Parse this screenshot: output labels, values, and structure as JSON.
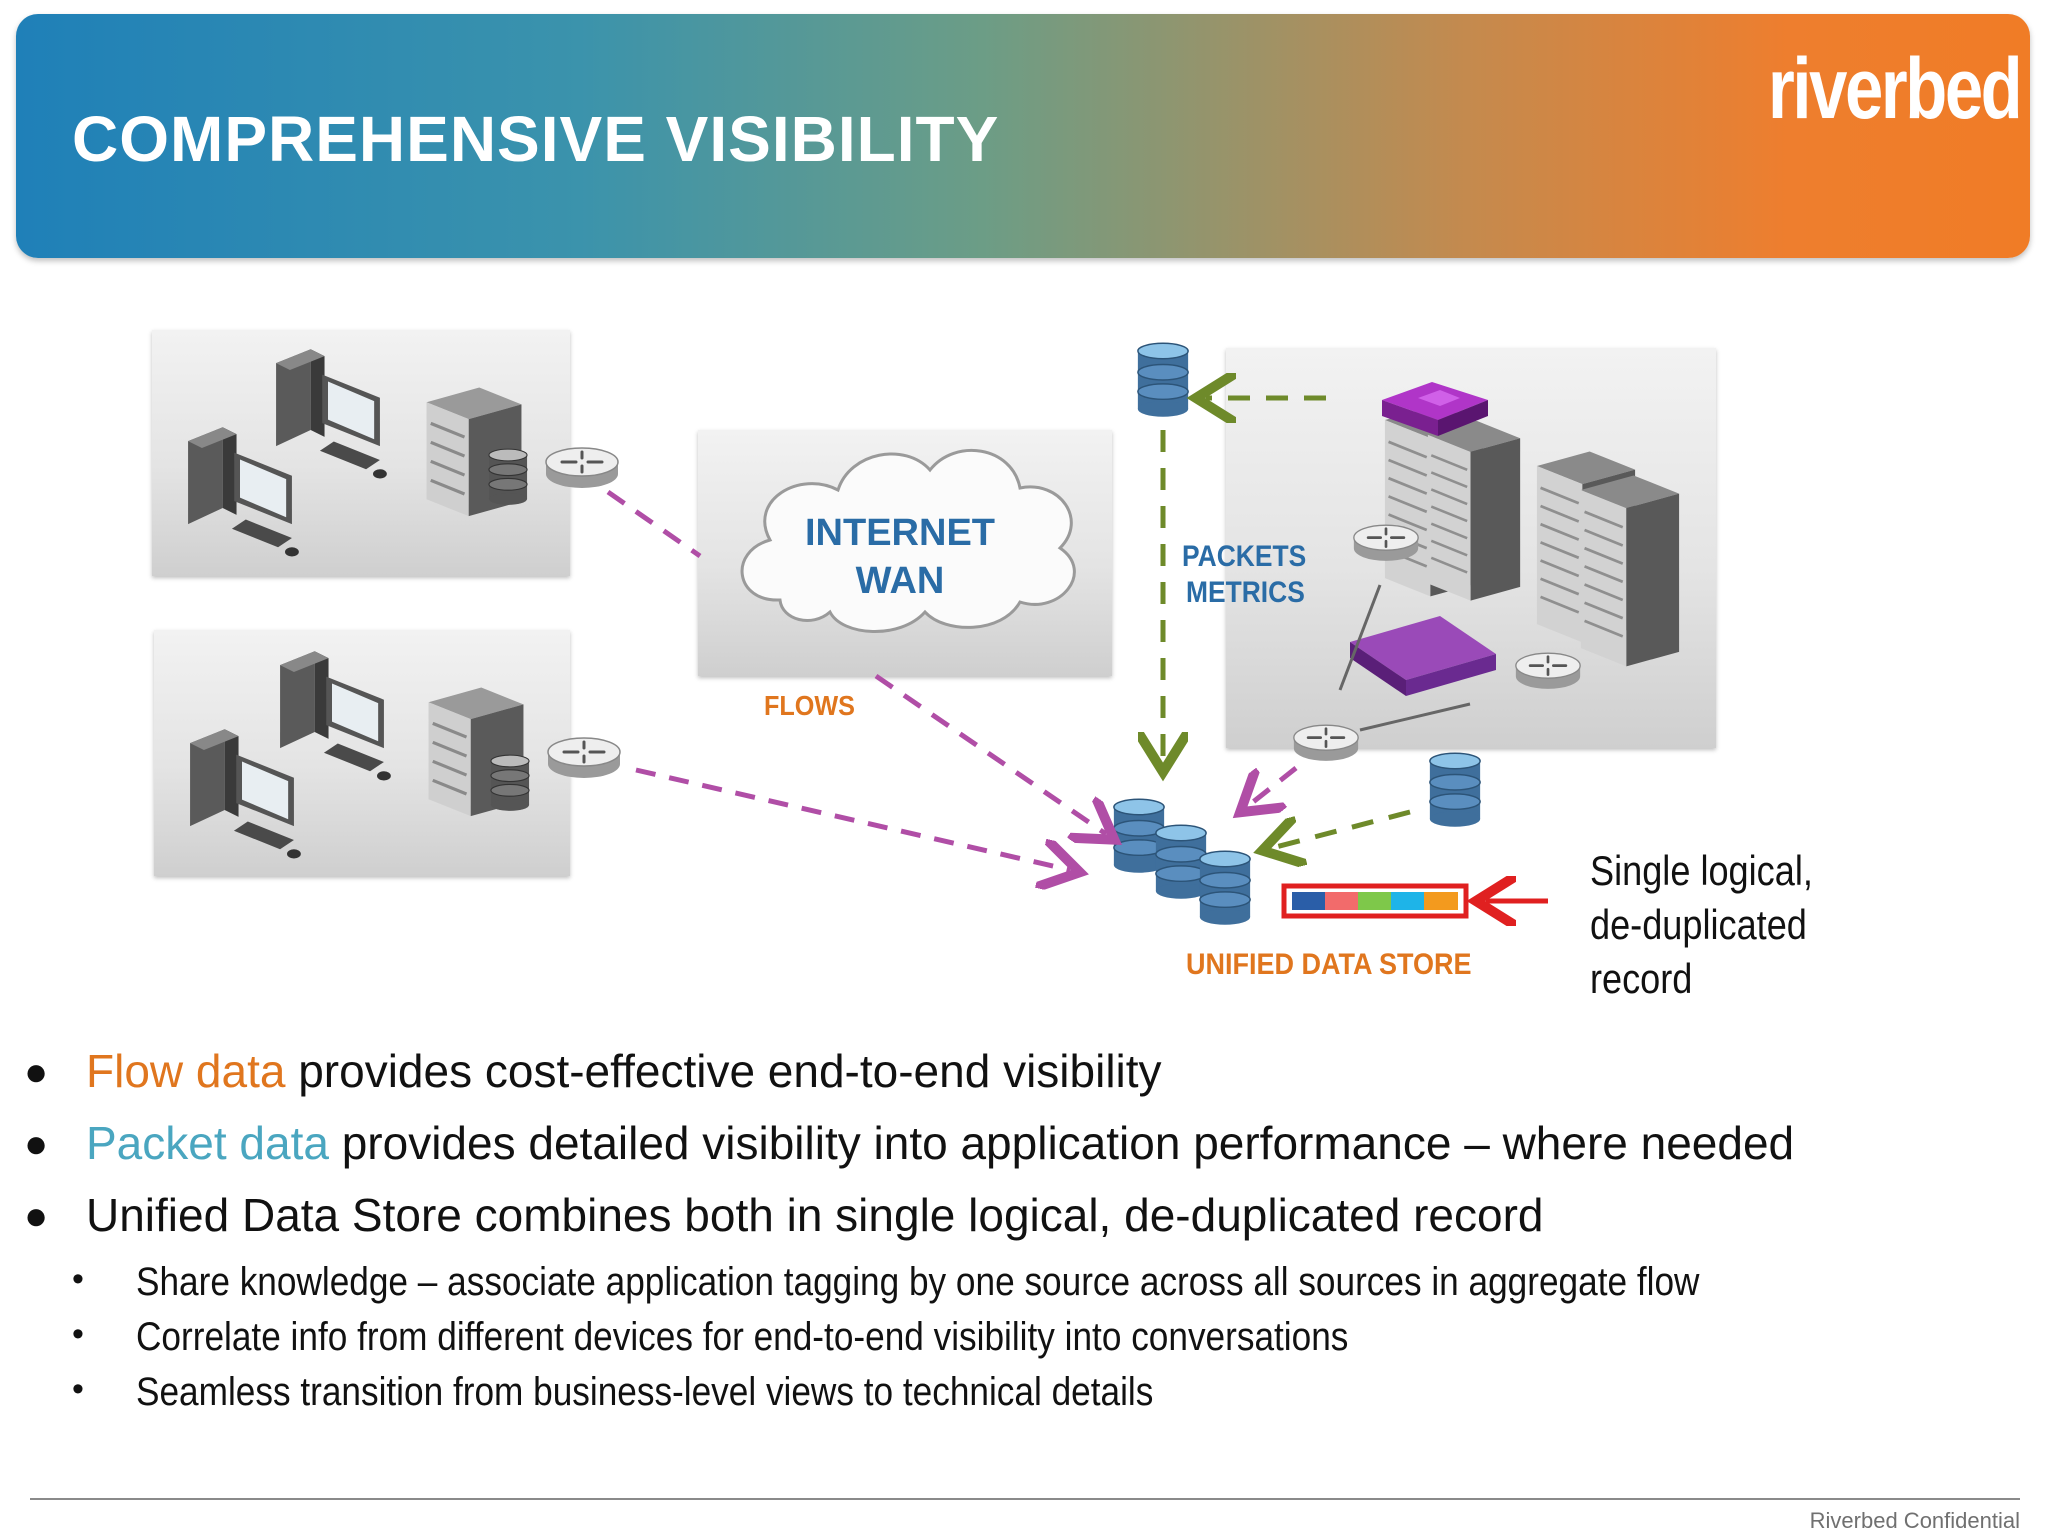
{
  "slide": {
    "title": "COMPREHENSIVE VISIBILITY",
    "logo": "riverbed",
    "footer": "Riverbed Confidential"
  },
  "diagram": {
    "cloud_line1": "INTERNET",
    "cloud_line2": "WAN",
    "flows_label": "FLOWS",
    "packets_label": "PACKETS",
    "metrics_label": "METRICS",
    "store_label": "UNIFIED DATA STORE",
    "note_line1": "Single logical,",
    "note_line2": "de-duplicated",
    "note_line3": "record",
    "record_colors": [
      "#2a5ea8",
      "#f26b6b",
      "#7ec84a",
      "#1eb4e8",
      "#f39a1e"
    ],
    "colors": {
      "flow_arrow": "#b04ea6",
      "packet_arrow": "#6e8a2a",
      "label_blue": "#2a6ca6",
      "label_orange": "#e0761e",
      "record_border": "#e02020"
    }
  },
  "bullets": {
    "b1_colored": "Flow data",
    "b1_rest": " provides cost-effective end-to-end visibility",
    "b2_colored": "Packet data",
    "b2_rest": " provides detailed visibility into application performance – where needed",
    "b3": "Unified Data Store combines both in single logical, de-duplicated record",
    "sub": [
      "Share knowledge – associate application tagging by one source across all sources in aggregate flow",
      "Correlate info from different devices for end-to-end visibility into conversations",
      "Seamless transition from business-level views to technical details"
    ],
    "bullet_char": "●",
    "sub_bullet_char": "•"
  }
}
